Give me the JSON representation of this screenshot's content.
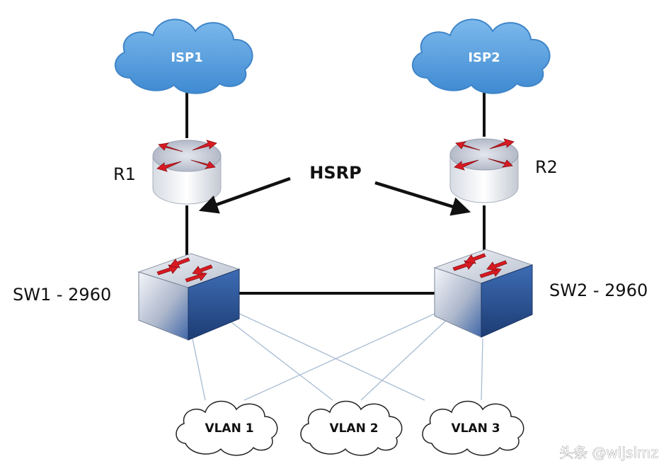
{
  "clouds": {
    "isp1": {
      "label": "ISP1"
    },
    "isp2": {
      "label": "ISP2"
    }
  },
  "routers": {
    "r1": {
      "label": "R1"
    },
    "r2": {
      "label": "R2"
    }
  },
  "switches": {
    "sw1": {
      "label": "SW1 - 2960"
    },
    "sw2": {
      "label": "SW2 - 2960"
    }
  },
  "protocol": {
    "label": "HSRP"
  },
  "vlans": {
    "vlan1": {
      "label": "VLAN 1"
    },
    "vlan2": {
      "label": "VLAN 2"
    },
    "vlan3": {
      "label": "VLAN 3"
    }
  },
  "watermark": {
    "text": "头条 @wljslmz"
  },
  "colors": {
    "cloud_fill": "#5aa0de",
    "cloud_stroke": "#3f85c8",
    "router_top": "#c7ccd8",
    "router_body": "#e9ebf0",
    "switch_top": "#cfd5df",
    "switch_front": "#4f7fbf",
    "arrow_red": "#d81a22",
    "link_main": "#111111",
    "link_vlan": "#a7bcd3"
  }
}
